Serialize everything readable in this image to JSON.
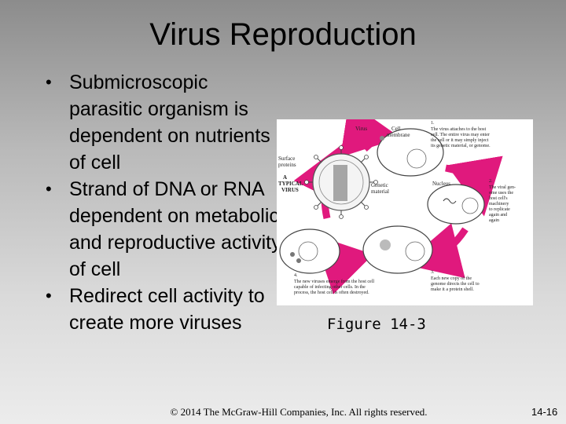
{
  "slide": {
    "title": "Virus Reproduction",
    "bullets": [
      "Submicroscopic parasitic organism is dependent on nutrients of cell",
      "Strand of DNA or RNA dependent on metabolic and reproductive activity of cell",
      "Redirect cell activity to create more viruses"
    ],
    "bullet_symbol": "•"
  },
  "figure": {
    "caption": "Figure 14-3",
    "labels": {
      "virus": "Virus",
      "cell_membrane_1": "Cell",
      "cell_membrane_2": "membrane",
      "surface_1": "Surface",
      "surface_2": "proteins",
      "typical_1": "A",
      "typical_2": "TYPICAL",
      "typical_3": "VIRUS",
      "genetic_1": "Genetic",
      "genetic_2": "material",
      "nucleus": "Nucleus"
    },
    "steps": [
      {
        "num": "1.",
        "lines": [
          "The virus attaches to the host",
          "cell. The entire virus may enter",
          "the cell or it may simply inject",
          "its genetic material, or genome."
        ]
      },
      {
        "num": "2.",
        "lines": [
          "The viral gen-",
          "ome uses the",
          "host cell's",
          "machinery",
          "to replicate",
          "again and",
          "again"
        ]
      },
      {
        "num": "3.",
        "lines": [
          "Each new copy of the",
          "genome directs the cell to",
          "make it a protein shell."
        ]
      },
      {
        "num": "4.",
        "lines": [
          "The new viruses emerge from the host cell",
          "capable of infecting other cells. In the",
          "process, the host cell is often destroyed."
        ]
      }
    ]
  },
  "footer": {
    "copyright": "© 2014 The McGraw-Hill Companies, Inc. All rights reserved.",
    "page_number": "14-16"
  },
  "colors": {
    "arrow": "#e0197d",
    "background_top": "#8c8c8c",
    "background_bottom": "#ececec"
  }
}
